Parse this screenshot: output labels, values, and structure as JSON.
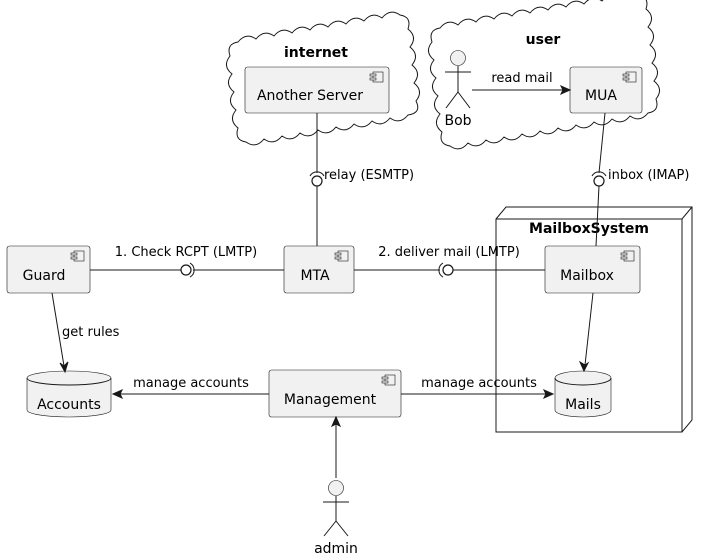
{
  "groups": {
    "internet": "internet",
    "user": "user",
    "mailbox_system": "MailboxSystem"
  },
  "components": {
    "another_server": "Another Server",
    "mua": "MUA",
    "guard": "Guard",
    "mta": "MTA",
    "mailbox": "Mailbox",
    "management": "Management"
  },
  "databases": {
    "accounts": "Accounts",
    "mails": "Mails"
  },
  "actors": {
    "bob": "Bob",
    "admin": "admin"
  },
  "edges": {
    "read_mail": "read mail",
    "relay": "relay (ESMTP)",
    "inbox": "inbox (IMAP)",
    "check_rcpt": "1. Check RCPT (LMTP)",
    "deliver_mail": "2. deliver mail (LMTP)",
    "get_rules": "get rules",
    "manage_accounts_left": "manage accounts",
    "manage_accounts_right": "manage accounts"
  }
}
